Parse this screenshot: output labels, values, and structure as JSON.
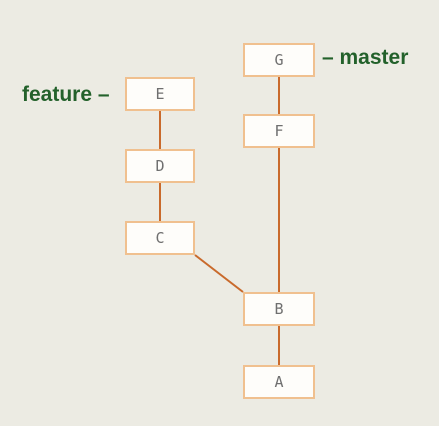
{
  "diagram": {
    "nodes": {
      "g": "G",
      "f": "F",
      "e": "E",
      "d": "D",
      "c": "C",
      "b": "B",
      "a": "A"
    },
    "edges": [
      [
        "A",
        "B"
      ],
      [
        "B",
        "C"
      ],
      [
        "B",
        "F"
      ],
      [
        "C",
        "D"
      ],
      [
        "D",
        "E"
      ],
      [
        "F",
        "G"
      ]
    ],
    "labels": {
      "master": "– master",
      "feature": "feature –"
    },
    "colors": {
      "edge": "#c96a2c",
      "node_border": "#f0c08f",
      "node_fill": "#fefdfa",
      "label": "#23612b",
      "background": "#ecebe3"
    }
  }
}
